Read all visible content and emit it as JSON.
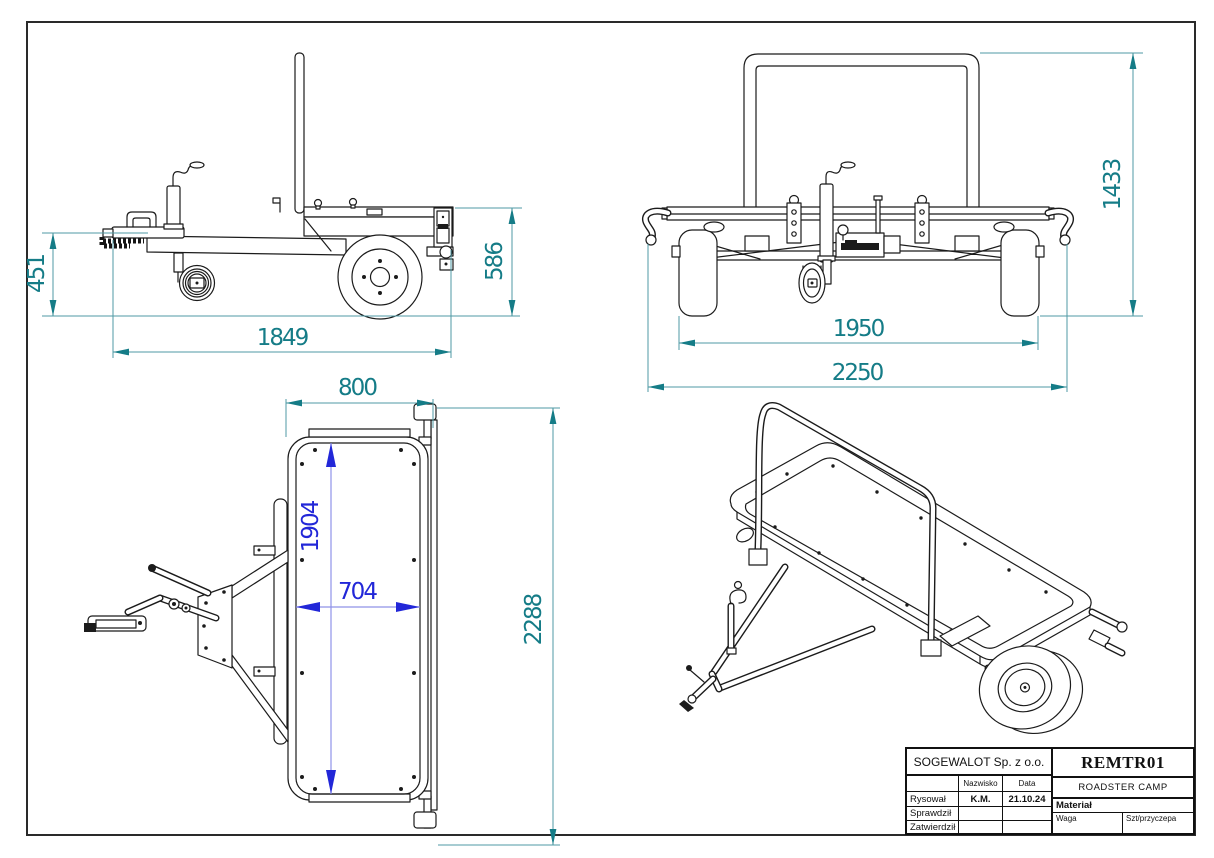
{
  "sheet": {
    "background": "#ffffff",
    "frame_color": "#2a2a2a"
  },
  "colors": {
    "dimension_teal": "#157c87",
    "dimension_teal_line": "#4f9aa4",
    "dimension_blue": "#2227d8",
    "dimension_blue_line": "#8f92e8",
    "linework": "#1b1b1b"
  },
  "dimensions": {
    "side": {
      "drawbar_height": "451",
      "bed_height": "586",
      "frame_length": "1849"
    },
    "front": {
      "total_height": "1433",
      "track_width": "1950",
      "total_width": "2250"
    },
    "top": {
      "bed_width": "800",
      "bed_inner_length": "1904",
      "bed_inner_width": "704",
      "total_length": "2288"
    }
  },
  "title_block": {
    "company": "SOGEWALOT Sp. z o.o.",
    "drawing_number": "REMTR01",
    "project_name": "ROADSTER CAMP",
    "header_name": "Nazwisko",
    "header_date": "Data",
    "row_drawn": {
      "label": "Rysował",
      "name": "K.M.",
      "date": "21.10.24"
    },
    "row_checked": {
      "label": "Sprawdził",
      "name": "",
      "date": ""
    },
    "row_approved": {
      "label": "Zatwierdził",
      "name": "",
      "date": ""
    },
    "material_label": "Materiał",
    "weight_label": "Waga",
    "qty_label": "Szt/przyczepa"
  }
}
